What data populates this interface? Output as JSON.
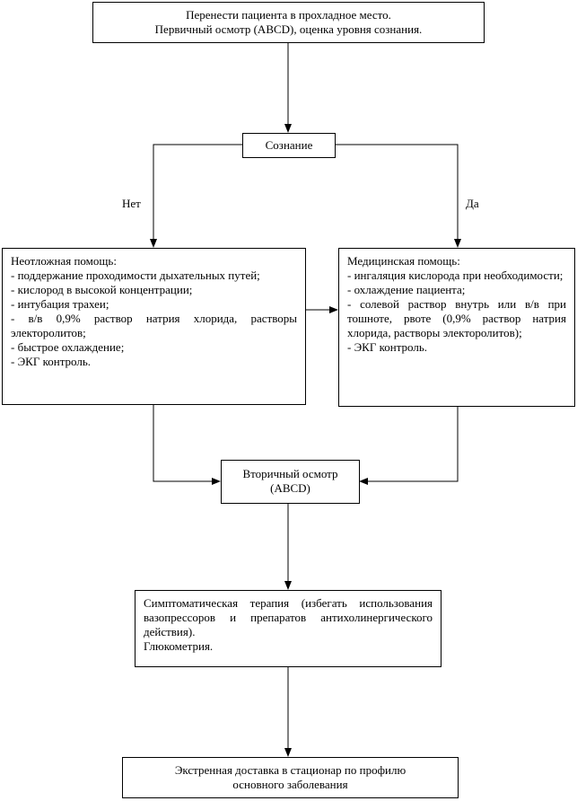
{
  "start": {
    "line1": "Перенести пациента в прохладное место.",
    "line2": "Первичный осмотр (ABCD), оценка уровня сознания."
  },
  "consciousness": {
    "label": "Сознание"
  },
  "branches": {
    "no": "Нет",
    "yes": "Да"
  },
  "emergency": {
    "title": "Неотложная помощь:",
    "items": [
      "- поддержание проходимости дыхательных путей;",
      "- кислород в высокой концентрации;",
      "- интубация трахеи;",
      "- в/в 0,9% раствор натрия хлорида, растворы электоролитов;",
      "- быстрое охлаждение;",
      "- ЭКГ контроль."
    ]
  },
  "medical": {
    "title": "Медицинская помощь:",
    "items": [
      "- ингаляция кислорода при необходимости;",
      "- охлаждение пациента;",
      "- солевой раствор внутрь или в/в при тошноте, рвоте (0,9% раствор натрия хлорида, растворы электоролитов);",
      "- ЭКГ контроль."
    ]
  },
  "secondary": {
    "line1": "Вторичный осмотр",
    "line2": "(ABCD)"
  },
  "therapy": {
    "text": "Симптоматическая терапия (избегать использования вазопрессоров и препаратов антихолинергического действия).",
    "glucometry": "Глюкометрия."
  },
  "delivery": {
    "line1": "Экстренная доставка в стационар по профилю",
    "line2": "основного заболевания"
  }
}
